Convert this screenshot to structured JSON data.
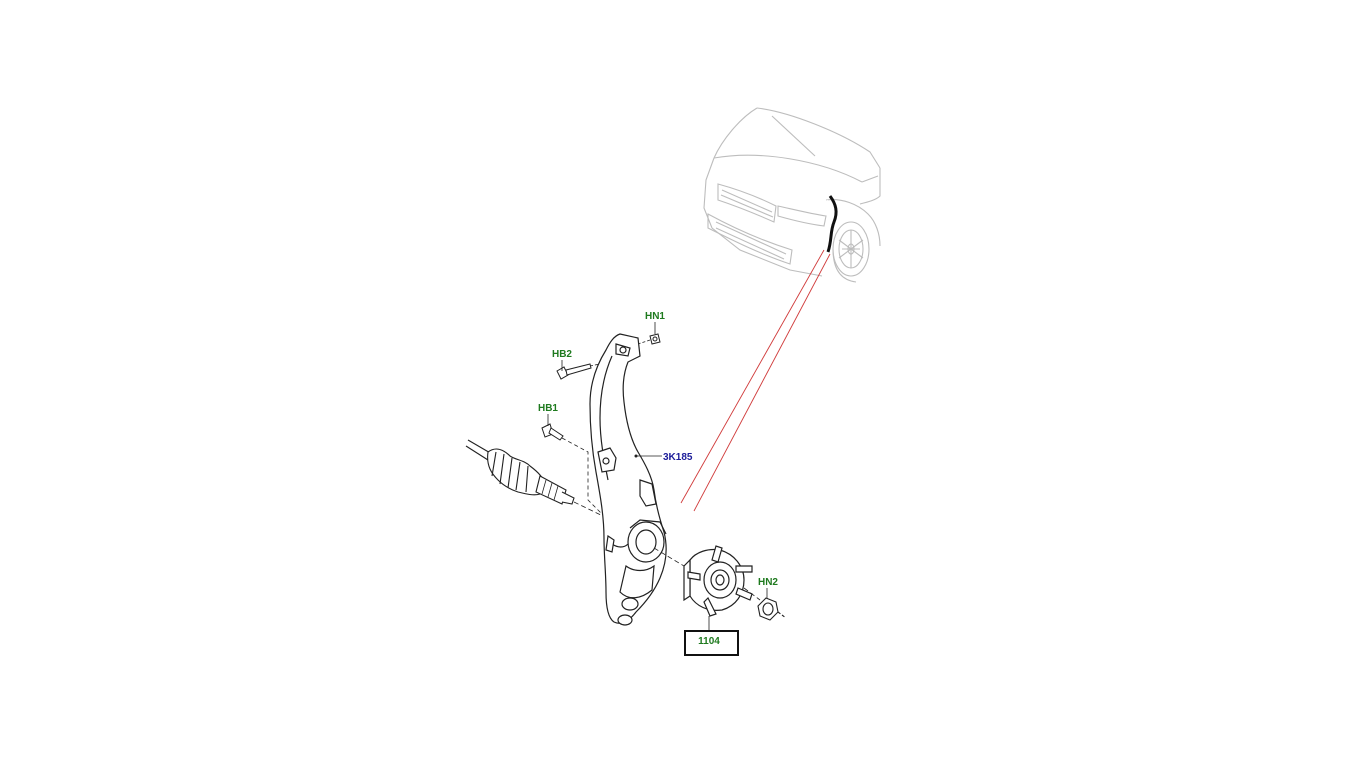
{
  "colors": {
    "part_label": "#1e7a1e",
    "ref_label": "#1c1c99",
    "leader_red": "#d03a3a",
    "outline": "#222222",
    "car_outline": "#bdbdbd"
  },
  "labels": {
    "hn1": "HN1",
    "hb2": "HB2",
    "hb1": "HB1",
    "knuckle": "3K185",
    "hn2": "HN2",
    "hub": "1104"
  },
  "icons": {
    "vehicle": "vehicle-front-icon",
    "knuckle": "steering-knuckle-icon",
    "hub": "wheel-hub-bearing-icon",
    "driveshaft": "driveshaft-icon"
  }
}
